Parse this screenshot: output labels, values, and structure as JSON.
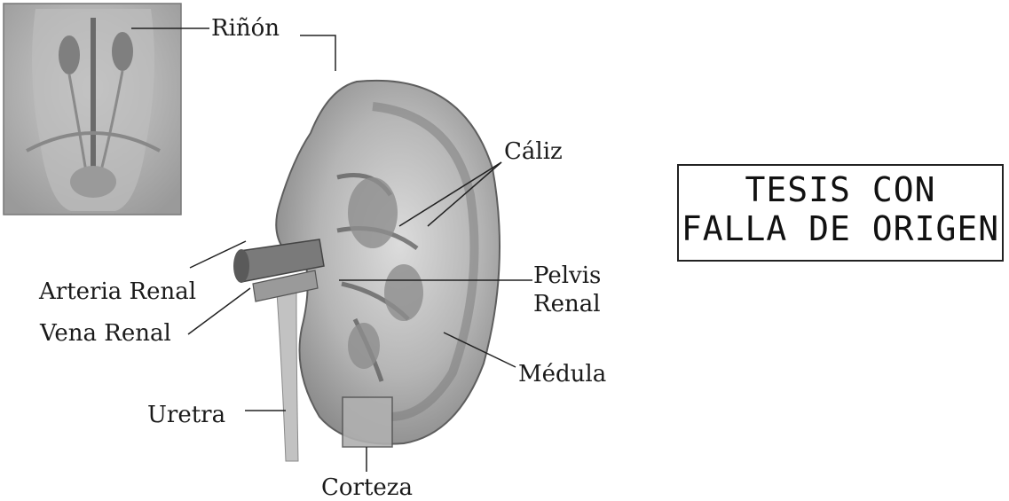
{
  "labels": {
    "rinon": "Riñón",
    "caliz": "Cáliz",
    "arteria_renal": "Arteria Renal",
    "vena_renal": "Vena Renal",
    "pelvis_line1": "Pelvis",
    "pelvis_line2": "Renal",
    "medula": "Médula",
    "uretra": "Uretra",
    "corteza": "Corteza"
  },
  "stamp": {
    "line1": "TESIS CON",
    "line2": "FALLA DE ORIGEN"
  },
  "colors": {
    "ink": "#1a1a1a",
    "tissue_light": "#d4d4d4",
    "tissue_mid": "#a8a8a8",
    "tissue_dark": "#6e6e6e"
  }
}
